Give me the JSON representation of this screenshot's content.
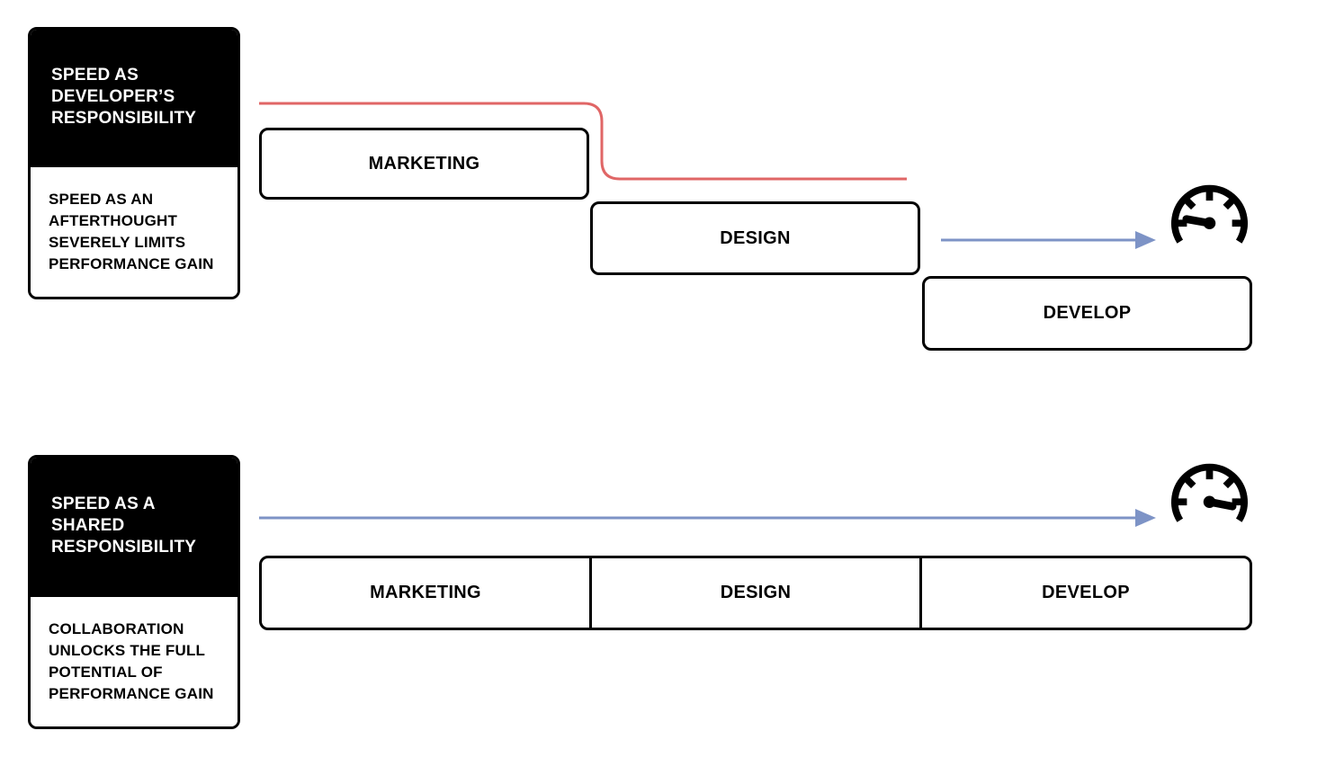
{
  "colors": {
    "ink": "#000000",
    "background": "#FFFFFF",
    "accent_red": "#E06666",
    "accent_blue": "#7D93C6"
  },
  "sections": {
    "top": {
      "card": {
        "title": "SPEED AS DEVELOPER’S RESPONSIBILITY",
        "body": "SPEED AS AN AFTERTHOUGHT SEVERELY LIMITS PERFORMANCE GAIN"
      },
      "stages": [
        "MARKETING",
        "DESIGN",
        "DEVELOP"
      ],
      "gauge_state": "low-speed"
    },
    "bottom": {
      "card": {
        "title": "SPEED AS A SHARED RESPONSIBILITY",
        "body": "COLLABORATION UNLOCKS THE FULL POTENTIAL OF PERFORMANCE GAIN"
      },
      "stages": [
        "MARKETING",
        "DESIGN",
        "DEVELOP"
      ],
      "gauge_state": "high-speed"
    }
  }
}
